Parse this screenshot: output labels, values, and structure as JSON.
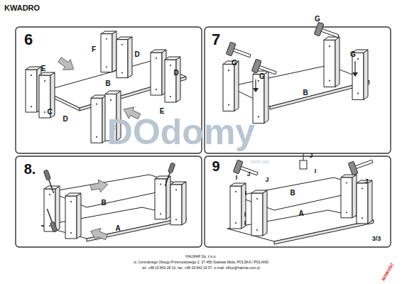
{
  "diagram": {
    "title": "KWADRO",
    "labels": [
      "6",
      "F",
      "D",
      "E",
      "D",
      "B",
      "C",
      "D",
      "E",
      "F",
      "7",
      "G",
      "G",
      "G",
      "G",
      "B",
      "8.",
      "B",
      "A",
      "9",
      "J",
      "J",
      "I",
      "J",
      "I",
      "I",
      "J",
      "B",
      "I",
      "I",
      "A",
      "3/3",
      "DOdomy",
      "com.ua",
      "HALMAR Sp. z o.o.",
      "ul. Centralnego Okręgu Przemysłowego 2, 37-450 Stalowa Wola, POLSKA / POLAND",
      "tel. +48 15 843 28 10, fax: +48 15 842 19 57, e-mail: office@halmar.com.pl",
      "NOWOŚĆ"
    ]
  }
}
